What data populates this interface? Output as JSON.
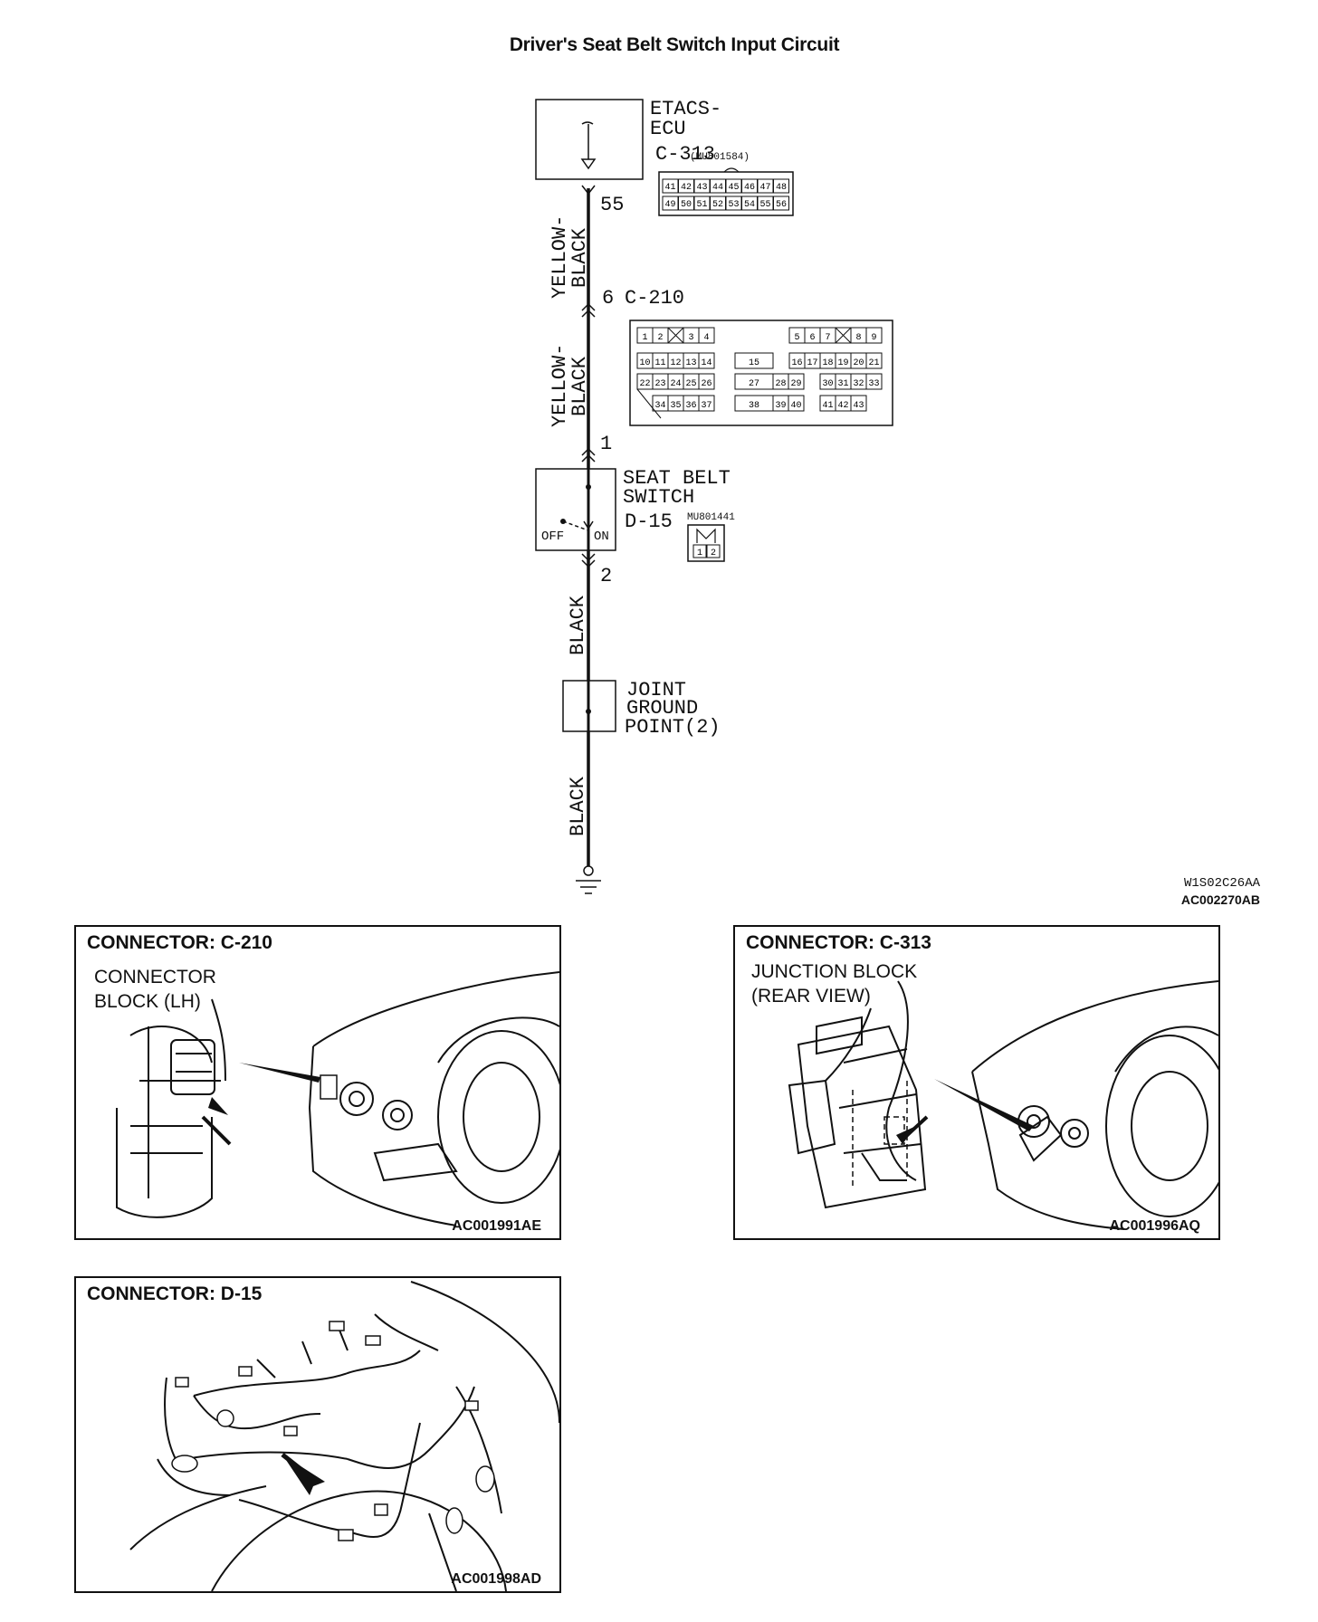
{
  "title": "Driver's Seat Belt Switch Input Circuit",
  "ecu": {
    "name_line1": "ETACS-",
    "name_line2": "ECU",
    "connector": "C-313",
    "part_no": "(MU801584)",
    "pin": "55",
    "pins_row1": [
      "41",
      "42",
      "43",
      "44",
      "45",
      "46",
      "47",
      "48"
    ],
    "pins_row2": [
      "49",
      "50",
      "51",
      "52",
      "53",
      "54",
      "55",
      "56"
    ]
  },
  "wires": {
    "w1_line1": "YELLOW-",
    "w1_line2": "BLACK",
    "w2_line1": "YELLOW-",
    "w2_line2": "BLACK",
    "w3": "BLACK",
    "w4": "BLACK"
  },
  "c210": {
    "connector": "C-210",
    "pin_top": "6",
    "pin_bottom": "1",
    "grid_rows": [
      [
        "1",
        "2",
        "",
        "3",
        "4",
        "",
        "",
        "5",
        "6",
        "7",
        "",
        "8",
        "9"
      ],
      [
        "10",
        "11",
        "12",
        "13",
        "14",
        "15",
        "16",
        "17",
        "18",
        "19",
        "20",
        "21"
      ],
      [
        "22",
        "23",
        "24",
        "25",
        "26",
        "27",
        "28",
        "29",
        "30",
        "31",
        "32",
        "33"
      ],
      [
        "34",
        "35",
        "36",
        "37",
        "38",
        "39",
        "40",
        "41",
        "42",
        "43"
      ]
    ]
  },
  "switch": {
    "name_line1": "SEAT BELT",
    "name_line2": "SWITCH",
    "connector": "D-15",
    "part_no": "MU801441",
    "off_label": "OFF",
    "on_label": "ON",
    "pin_bottom": "2",
    "pins": [
      "1",
      "2"
    ]
  },
  "ground": {
    "line1": "JOINT",
    "line2": "GROUND",
    "line3": "POINT(2)"
  },
  "refs": {
    "ref1": "W1S02C26AA",
    "ref2": "AC002270AB"
  },
  "panels": {
    "c210": {
      "header": "CONNECTOR: C-210",
      "label_line1": "CONNECTOR",
      "label_line2": "BLOCK (LH)",
      "code": "AC001991AE"
    },
    "c313": {
      "header": "CONNECTOR: C-313",
      "label_line1": "JUNCTION BLOCK",
      "label_line2": "(REAR VIEW)",
      "code": "AC001996AQ"
    },
    "d15": {
      "header": "CONNECTOR: D-15",
      "code": "AC001998AD"
    }
  }
}
